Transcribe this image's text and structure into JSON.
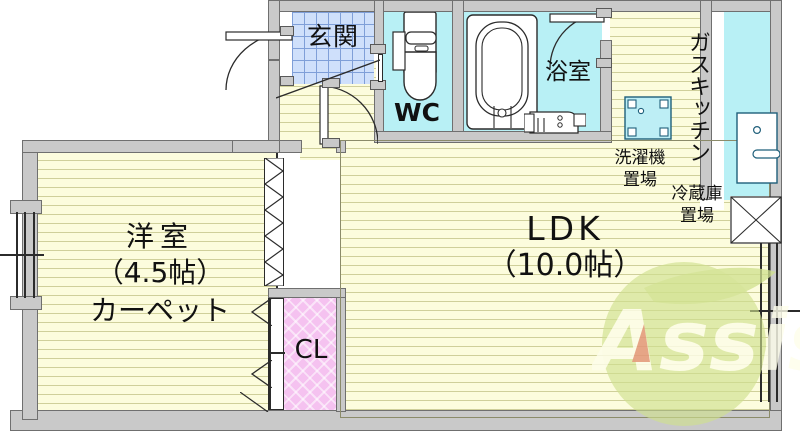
{
  "document": {
    "type": "floor-plan",
    "layout_code": "1LDK",
    "orientation": "plan-view"
  },
  "rooms": [
    {
      "id": "genkan",
      "name": "玄関",
      "label": "玄関",
      "floor_material": "tile",
      "fill_color": "#cfe0fb"
    },
    {
      "id": "wc",
      "name": "WC",
      "label": "WC",
      "floor_material": "vinyl",
      "fill_color": "#b8f0f5"
    },
    {
      "id": "bath",
      "name": "浴室",
      "label": "浴室",
      "floor_material": "unit-bath",
      "fill_color": "#b8f0f5"
    },
    {
      "id": "washroom",
      "name": "洗濯機置場",
      "label_line1": "洗濯機",
      "label_line2": "置場",
      "fill_color": "#b8f0f5"
    },
    {
      "id": "fridge",
      "name": "冷蔵庫置場",
      "label_line1": "冷蔵庫",
      "label_line2": "置場",
      "fill_color": "#ffffff"
    },
    {
      "id": "kitchen",
      "name": "ガスキッチン",
      "label": "ガスキッチン",
      "fill_color": "#b8f0f5"
    },
    {
      "id": "ldk",
      "name": "LDK",
      "label_line1": "LDK",
      "label_line2": "（10.0帖）",
      "size_jo": "10.0",
      "unit": "帖",
      "fill_color": "#fbfbd2"
    },
    {
      "id": "youshitsu",
      "name": "洋室",
      "label_line1": "洋室",
      "label_line2": "（4.5帖）",
      "label_line3": "カーペット",
      "size_jo": "4.5",
      "unit": "帖",
      "flooring": "カーペット",
      "fill_color": "#fbfbd2"
    },
    {
      "id": "closet",
      "name": "クローゼット",
      "label": "CL",
      "fill_color": "#f5c2f0"
    }
  ],
  "watermark": {
    "text": "Assist",
    "circle_color": "#cfe08e",
    "leaf_color": "#cfe08e",
    "accent_color": "#e08b6b"
  },
  "palette": {
    "floor_yellow": "#fbfbd2",
    "floor_stripe": "#cfcf9a",
    "wet_cyan": "#b8f0f5",
    "tile_blue": "#cfe0fb",
    "closet_pink": "#f5c2f0",
    "wall_gray": "#c9c9c9",
    "wall_outline": "#6f6f6f",
    "ink": "#111111"
  }
}
